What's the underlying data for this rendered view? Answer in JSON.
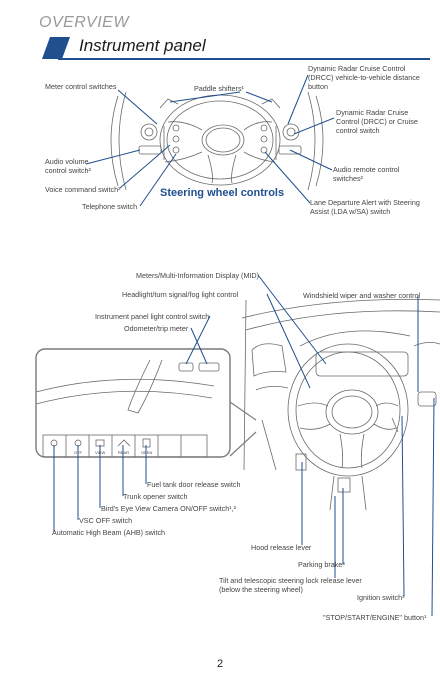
{
  "header": {
    "section": "OVERVIEW",
    "title": "Instrument panel"
  },
  "steering": {
    "heading": "Steering wheel controls",
    "labels": {
      "meter_control": "Meter control switches",
      "paddle_shifters": "Paddle shifters¹",
      "drcc_distance": [
        "Dynamic Radar Cruise Control",
        "(DRCC) vehicle-to-vehicle distance",
        "button"
      ],
      "drcc_cruise": [
        "Dynamic Radar Cruise",
        "Control (DRCC) or Cruise",
        "control switch"
      ],
      "audio_volume": [
        "Audio volume",
        "control switch²"
      ],
      "voice_command": "Voice command switch²",
      "telephone": "Telephone switch",
      "audio_remote": [
        "Audio remote control",
        "switches²"
      ],
      "lda": [
        "Lane Departure Alert with Steering",
        "Assist (LDA w/SA) switch"
      ]
    }
  },
  "dash": {
    "labels": {
      "mid": "Meters/Multi-Information Display (MID)",
      "headlight": "Headlight/turn signal/fog light control",
      "wiper": "Windshield wiper and washer control",
      "panel_light": "Instrument panel light control switch",
      "odometer": "Odometer/trip meter",
      "fuel_door": "Fuel tank door release switch",
      "trunk": "Trunk opener switch",
      "birds_eye": "Bird's Eye View Camera ON/OFF switch¹,²",
      "vsc": "VSC OFF switch",
      "ahb": "Automatic High Beam (AHB) switch",
      "hood": "Hood release lever",
      "parking_brake": "Parking brake³",
      "tilt": [
        "Tilt and telescopic steering lock release lever",
        "(below the steering wheel)"
      ],
      "ignition": "Ignition switch³",
      "start_stop": "\"STOP/START/ENGINE\" button¹"
    },
    "switch_texts": [
      "OFF",
      "VIEW",
      "REAR",
      "OPEN"
    ]
  },
  "page_number": "2",
  "colors": {
    "accent": "#1f4f8f",
    "leader": "#1f4f8f",
    "art": "#666666"
  }
}
